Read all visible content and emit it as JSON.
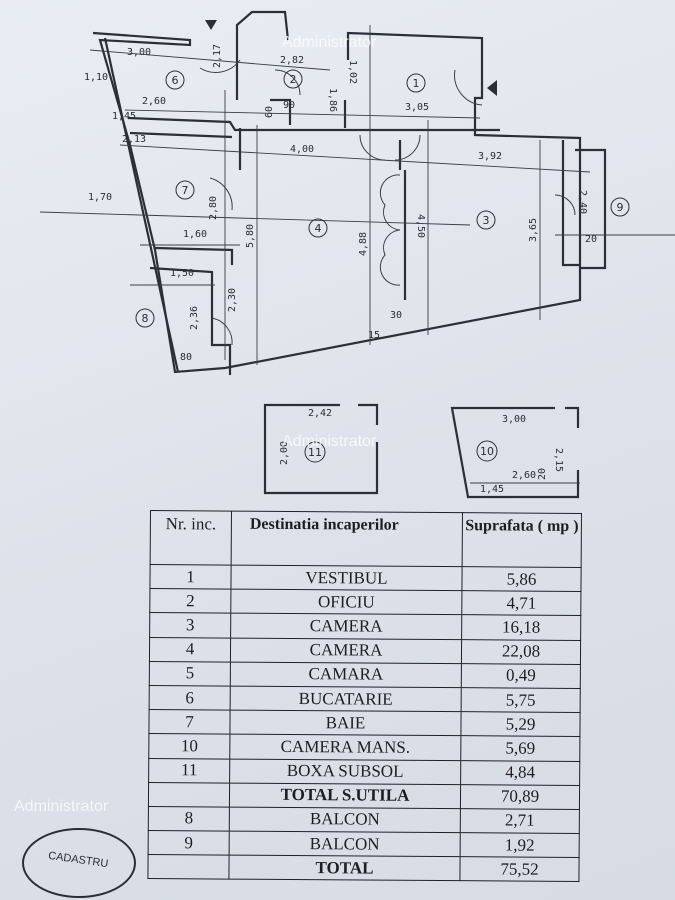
{
  "watermark": "Administrator",
  "stamp_text": "CADASTRU",
  "plan": {
    "rooms": [
      "1",
      "2",
      "3",
      "4",
      "6",
      "7",
      "8",
      "9",
      "10",
      "11"
    ],
    "dims": [
      "3,00",
      "2,82",
      "1,02",
      "2,17",
      "1,10",
      "2,60",
      "90",
      "60",
      "1,86",
      "3,05",
      "1,45",
      "2,13",
      "4,00",
      "3,92",
      "1,70",
      "2,80",
      "1,60",
      "5,80",
      "4,88",
      "4,50",
      "3,65",
      "2,40",
      "20",
      "1,50",
      "2,36",
      "2,30",
      "80",
      "30",
      "15",
      "2,42",
      "2,00",
      "3,00",
      "2,60",
      "1,45",
      "2,15",
      "20"
    ]
  },
  "table": {
    "headers": {
      "nr": "Nr. inc.",
      "dest": "Destinatia incaperilor",
      "supr": "Suprafata ( mp )"
    },
    "rows": [
      {
        "nr": "1",
        "name": "VESTIBUL",
        "area": "5,86"
      },
      {
        "nr": "2",
        "name": "OFICIU",
        "area": "4,71"
      },
      {
        "nr": "3",
        "name": "CAMERA",
        "area": "16,18"
      },
      {
        "nr": "4",
        "name": "CAMERA",
        "area": "22,08"
      },
      {
        "nr": "5",
        "name": "CAMARA",
        "area": "0,49"
      },
      {
        "nr": "6",
        "name": "BUCATARIE",
        "area": "5,75"
      },
      {
        "nr": "7",
        "name": "BAIE",
        "area": "5,29"
      },
      {
        "nr": "10",
        "name": "CAMERA MANS.",
        "area": "5,69"
      },
      {
        "nr": "11",
        "name": "BOXA SUBSOL",
        "area": "4,84"
      },
      {
        "nr": "",
        "name": "TOTAL S.UTILA",
        "area": "70,89"
      },
      {
        "nr": "8",
        "name": "BALCON",
        "area": "2,71"
      },
      {
        "nr": "9",
        "name": "BALCON",
        "area": "1,92"
      },
      {
        "nr": "",
        "name": "TOTAL",
        "area": "75,52"
      }
    ]
  }
}
